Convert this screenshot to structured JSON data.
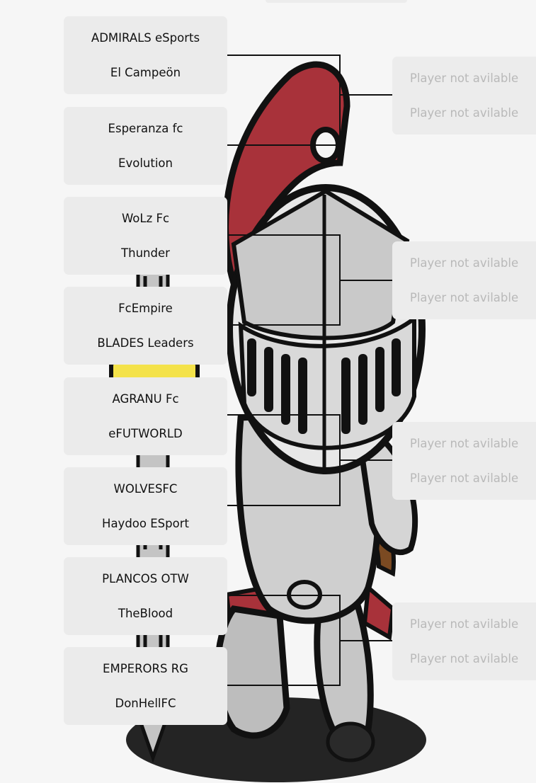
{
  "bracket": {
    "matches": [
      {
        "teams": [
          "ADMIRALS eSports",
          "El Campeön"
        ]
      },
      {
        "teams": [
          "Esperanza fc",
          "Evolution"
        ]
      },
      {
        "teams": [
          "WoLz Fc",
          "Thunder"
        ]
      },
      {
        "teams": [
          "FcEmpire",
          "BLADES Leaders"
        ]
      },
      {
        "teams": [
          "AGRANU Fc",
          "eFUTWORLD"
        ]
      },
      {
        "teams": [
          "WOLVESFC",
          "Haydoo ESport"
        ]
      },
      {
        "teams": [
          "PLANCOS OTW",
          "TheBlood"
        ]
      },
      {
        "teams": [
          "EMPERORS RG",
          "DonHellFC"
        ]
      }
    ],
    "next_round": [
      {
        "slots": [
          "Player not avilable",
          "Player not avilable"
        ]
      },
      {
        "slots": [
          "Player not avilable",
          "Player not avilable"
        ]
      },
      {
        "slots": [
          "Player not avilable",
          "Player not avilable"
        ]
      },
      {
        "slots": [
          "Player not avilable",
          "Player not avilable"
        ]
      }
    ]
  },
  "colors": {
    "card_bg": "#ebebeb",
    "team_text": "#111111",
    "placeholder_text": "#b9b9b9",
    "connector": "#111111",
    "plume_red": "#a8323a",
    "armor_silver": "#c9c9c9"
  },
  "icons": {
    "background": "knight-mascot-illustration"
  }
}
